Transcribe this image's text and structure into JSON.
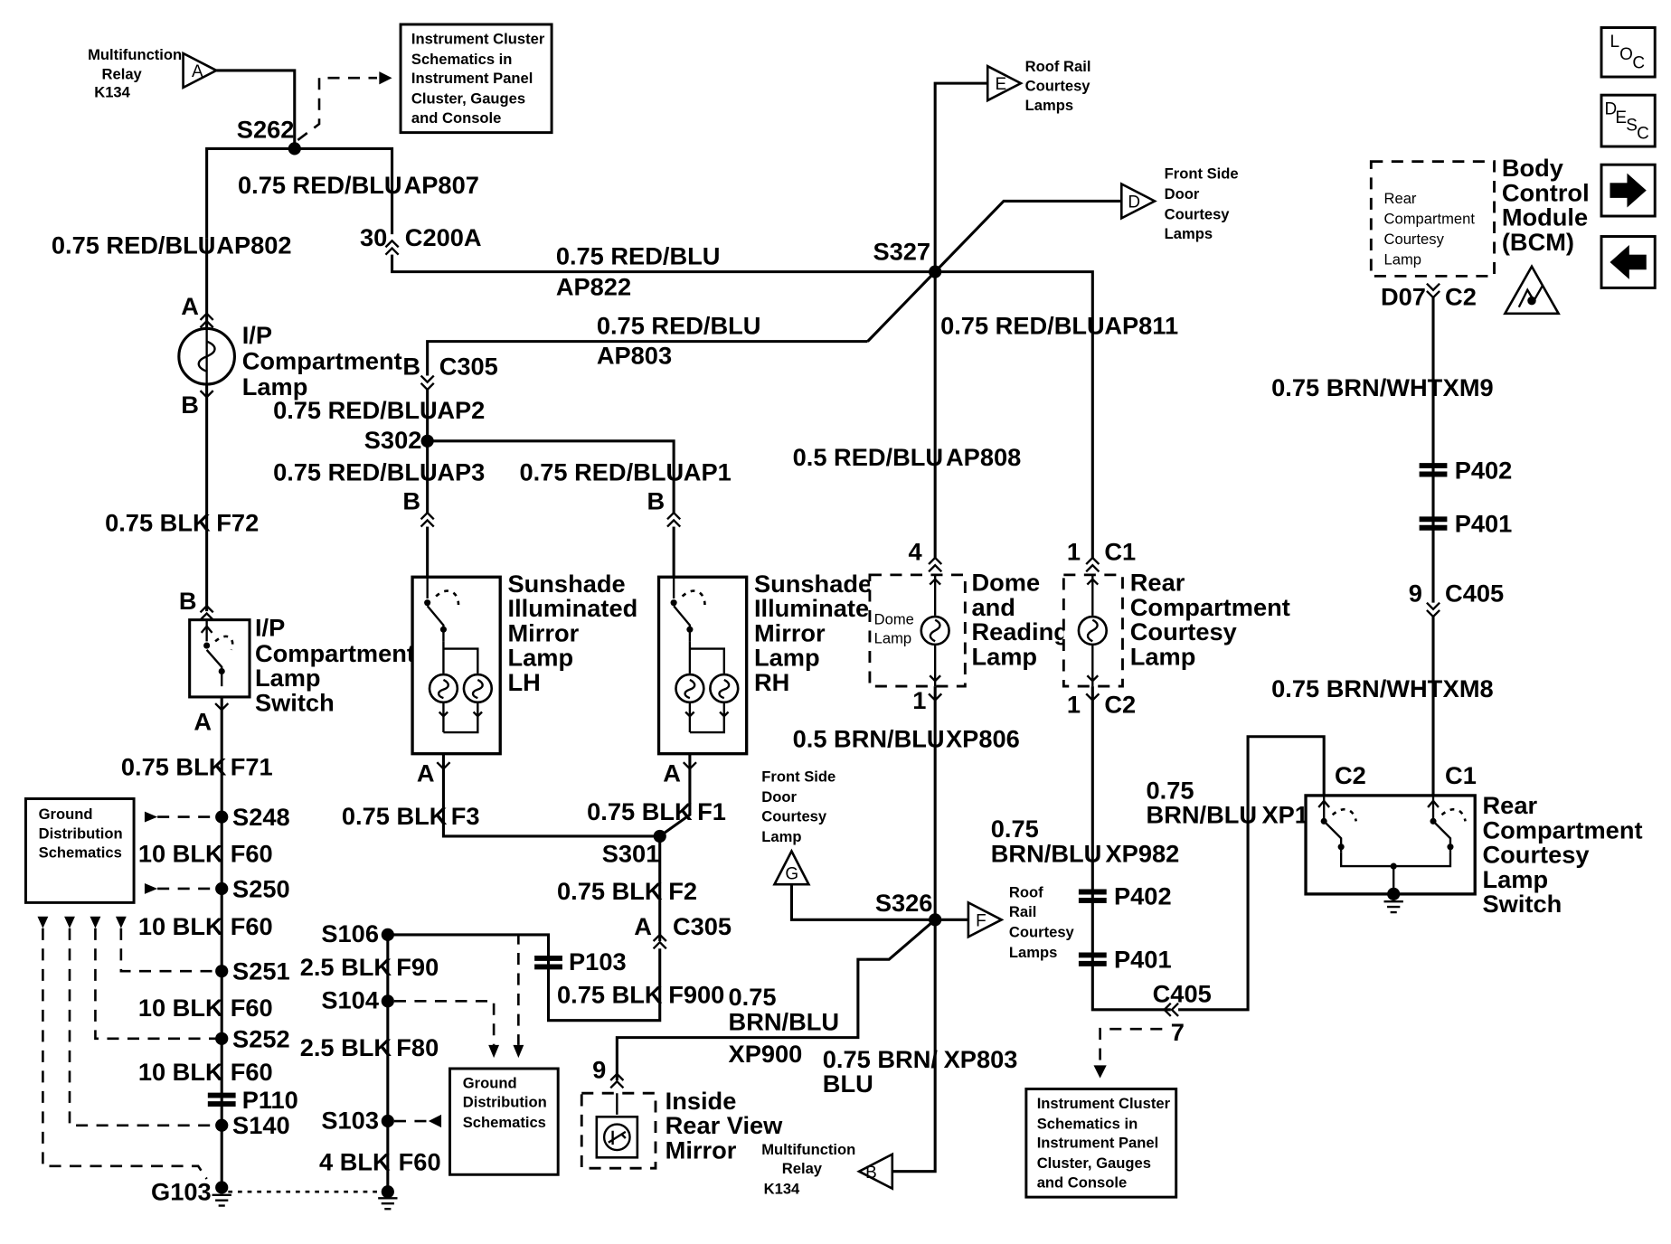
{
  "nav": {
    "loc": [
      "L",
      "O",
      "C"
    ],
    "desc": [
      "D",
      "E",
      "S",
      "C"
    ],
    "next_icon": "arrow-right-icon",
    "prev_icon": "arrow-left-icon",
    "esd_icon": "esd-warning-icon"
  },
  "refs": {
    "multifunction_relay_a": [
      "Multifunction",
      "Relay",
      "K134"
    ],
    "relay_a_letter": "A",
    "multifunction_relay_b": [
      "Multifunction",
      "Relay",
      "K134"
    ],
    "relay_b_letter": "B",
    "roof_rail_e": [
      "Roof Rail",
      "Courtesy",
      "Lamps"
    ],
    "roof_rail_e_letter": "E",
    "front_door_d": [
      "Front Side",
      "Door",
      "Courtesy",
      "Lamps"
    ],
    "front_door_d_letter": "D",
    "front_door_g": [
      "Front Side",
      "Door",
      "Courtesy",
      "Lamp"
    ],
    "front_door_g_letter": "G",
    "roof_rail_f": [
      "Roof",
      "Rail",
      "Courtesy",
      "Lamps"
    ],
    "roof_rail_f_letter": "F"
  },
  "boxes": {
    "ic_top": [
      "Instrument Cluster",
      "Schematics in",
      "Instrument Panel",
      "Cluster, Gauges",
      "and Console"
    ],
    "ic_bottom": [
      "Instrument Cluster",
      "Schematics in",
      "Instrument Panel",
      "Cluster, Gauges",
      "and Console"
    ],
    "gd_left": [
      "Ground",
      "Distribution",
      "Schematics"
    ],
    "gd_mid": [
      "Ground",
      "Distribution",
      "Schematics"
    ],
    "bcm_inner": [
      "Rear",
      "Compartment",
      "Courtesy",
      "Lamp"
    ],
    "bcm_label": [
      "Body",
      "Control",
      "Module",
      "(BCM)"
    ],
    "dome_inner": [
      "Dome",
      "Lamp"
    ]
  },
  "components": {
    "ip_lamp": [
      "I/P",
      "Compartment",
      "Lamp"
    ],
    "ip_switch": [
      "I/P",
      "Compartment",
      "Lamp",
      "Switch"
    ],
    "sunshade_lh": [
      "Sunshade",
      "Illuminated",
      "Mirror",
      "Lamp",
      "LH"
    ],
    "sunshade_rh": [
      "Sunshade",
      "Illuminated",
      "Mirror",
      "Lamp",
      "RH"
    ],
    "dome": [
      "Dome",
      "and",
      "Reading",
      "Lamp"
    ],
    "rear_lamp": [
      "Rear",
      "Compartment",
      "Courtesy",
      "Lamp"
    ],
    "rear_switch": [
      "Rear",
      "Compartment",
      "Courtesy",
      "Lamp",
      "Switch"
    ],
    "mirror": [
      "Inside",
      "Rear View",
      "Mirror"
    ]
  },
  "splices": {
    "s262": "S262",
    "s327": "S327",
    "s302": "S302",
    "s301": "S301",
    "s326": "S326",
    "s248": "S248",
    "s250": "S250",
    "s251": "S251",
    "s252": "S252",
    "s140": "S140",
    "s106": "S106",
    "s104": "S104",
    "s103": "S103",
    "g103": "G103"
  },
  "connectors": {
    "c200a_pin": "30",
    "c200a": "C200A",
    "c305_b": "B",
    "c305": "C305",
    "c305_a": "A",
    "c305b": "C305",
    "ip_lamp_a": "A",
    "ip_lamp_b": "B",
    "ip_sw_b": "B",
    "ip_sw_a": "A",
    "lh_b": "B",
    "lh_a": "A",
    "rh_b": "B",
    "rh_a": "A",
    "dome_4": "4",
    "dome_1": "1",
    "rear_1_top": "1",
    "rear_c1": "C1",
    "rear_1_bot": "1",
    "rear_c2": "C2",
    "bcm_d07": "D07",
    "bcm_c2": "C2",
    "p402_r": "P402",
    "p401_r": "P401",
    "c405_pin": "9",
    "c405": "C405",
    "sw_c2": "C2",
    "sw_c1": "C1",
    "sw_xp1": "XP1",
    "p402_m": "P402",
    "p401_m": "P401",
    "c405_m": "C405",
    "c405_m_pin": "7",
    "p103": "P103",
    "p110": "P110",
    "mirror_pin": "9"
  },
  "wires": {
    "ap807_g": "0.75 RED/BLU",
    "ap807": "AP807",
    "ap802_g": "0.75 RED/BLU",
    "ap802": "AP802",
    "ap822_g": "0.75 RED/BLU",
    "ap822": "AP822",
    "ap803_g": "0.75 RED/BLU",
    "ap803": "AP803",
    "ap811_g": "0.75 RED/BLU",
    "ap811": "AP811",
    "ap2_g": "0.75 RED/BLU",
    "ap2": "AP2",
    "ap3_g": "0.75 RED/BLU",
    "ap3": "AP3",
    "ap1_g": "0.75 RED/BLU",
    "ap1": "AP1",
    "ap808_g": "0.5 RED/BLU",
    "ap808": "AP808",
    "f72_g": "0.75 BLK",
    "f72": "F72",
    "f71_g": "0.75 BLK",
    "f71": "F71",
    "f3_g": "0.75 BLK",
    "f3": "F3",
    "f1_g": "0.75 BLK",
    "f1": "F1",
    "f2_g": "0.75 BLK",
    "f2": "F2",
    "f900_g": "0.75 BLK",
    "f900": "F900",
    "f60a_g": "10 BLK",
    "f60a": "F60",
    "f60b_g": "10 BLK",
    "f60b": "F60",
    "f60c_g": "10 BLK",
    "f60c": "F60",
    "f60d_g": "10 BLK",
    "f60d": "F60",
    "f90_g": "2.5 BLK",
    "f90": "F90",
    "f80_g": "2.5 BLK",
    "f80": "F80",
    "f60e_g": "4 BLK",
    "f60e": "F60",
    "xp806_g": "0.5 BRN/BLU",
    "xp806": "XP806",
    "xp900_g1": "0.75",
    "xp900_g2": "BRN/BLU",
    "xp900": "XP900",
    "xp803_g1": "0.75 BRN/",
    "xp803_g2": "BLU",
    "xp803": "XP803",
    "xp982_g1": "0.75",
    "xp982_g2": "BRN/BLU",
    "xp982": "XP982",
    "xp1_g1": "0.75",
    "xp1_g2": "BRN/BLU",
    "xm9_g": "0.75 BRN/WHT",
    "xm9": "XM9",
    "xm8_g": "0.75 BRN/WHT",
    "xm8": "XM8"
  }
}
